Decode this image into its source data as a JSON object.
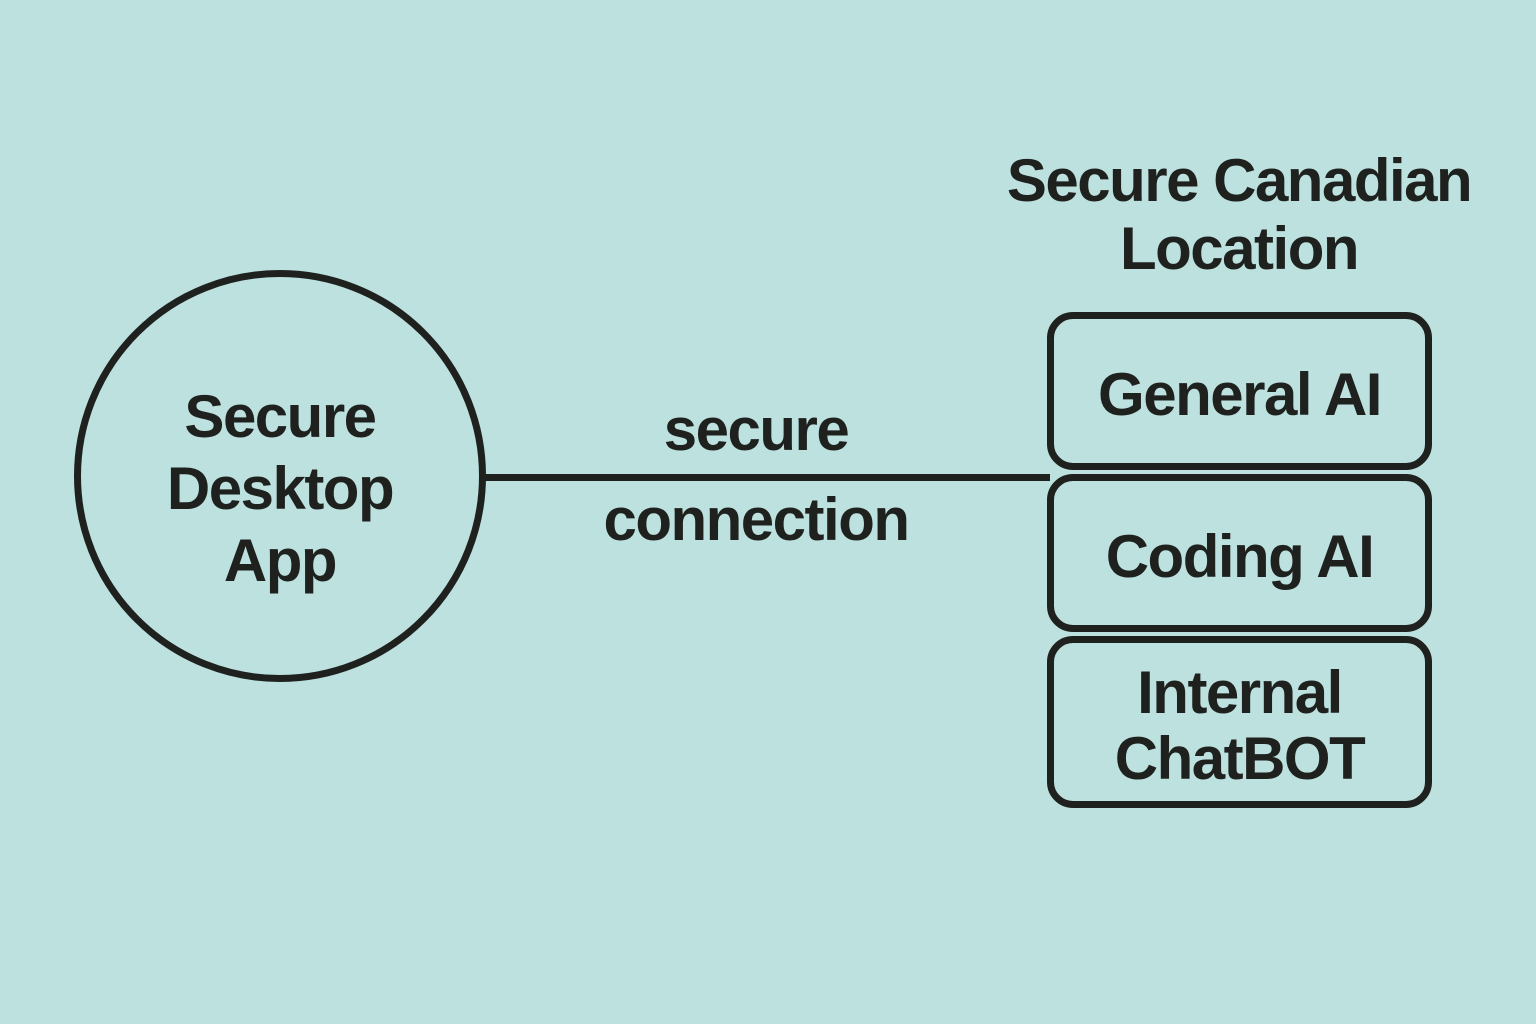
{
  "app_node": {
    "label": "Secure Desktop App",
    "lines": [
      "Secure",
      "Desktop",
      "App"
    ]
  },
  "connection": {
    "label_top": "secure",
    "label_bottom": "connection"
  },
  "location_group": {
    "title": "Secure Canadian Location",
    "title_lines": [
      "Secure Canadian",
      "Location"
    ],
    "services": [
      {
        "label": "General AI"
      },
      {
        "label": "Coding AI"
      },
      {
        "label": "Internal ChatBOT",
        "lines": [
          "Internal",
          "ChatBOT"
        ]
      }
    ]
  },
  "colors": {
    "background": "#bce1df",
    "stroke": "#1f211e",
    "text": "#1f211e"
  }
}
